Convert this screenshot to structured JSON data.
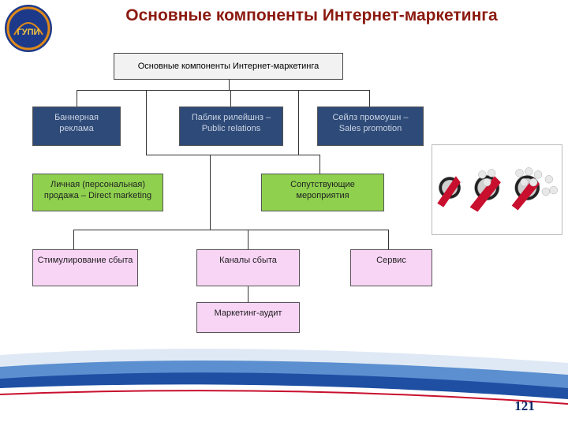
{
  "header": {
    "title": "Основные компоненты Интернет-маркетинга"
  },
  "logo": {
    "text": "ГУПИ"
  },
  "diagram": {
    "root": "Основные компоненты Интернет-маркетинга",
    "nodes": {
      "banner": "Баннерная реклама",
      "pr": "Паблик рилейшнз – Public relations",
      "sales_promo": "Сейлз промоушн – Sales promotion",
      "personal_sales": "Личная (персональная) продажа – Direct marketing",
      "accompanying": "Сопутствующие мероприятия",
      "stimulation": "Стимулирование сбыта",
      "channels": "Каналы сбыта",
      "service": "Сервис",
      "audit": "Маркетинг-аудит"
    },
    "colors": {
      "blue": "#2e4a78",
      "green": "#8fd14f",
      "pink": "#f8d4f5",
      "title": "#8b1a10"
    }
  },
  "footer": {
    "page_number": "121"
  }
}
